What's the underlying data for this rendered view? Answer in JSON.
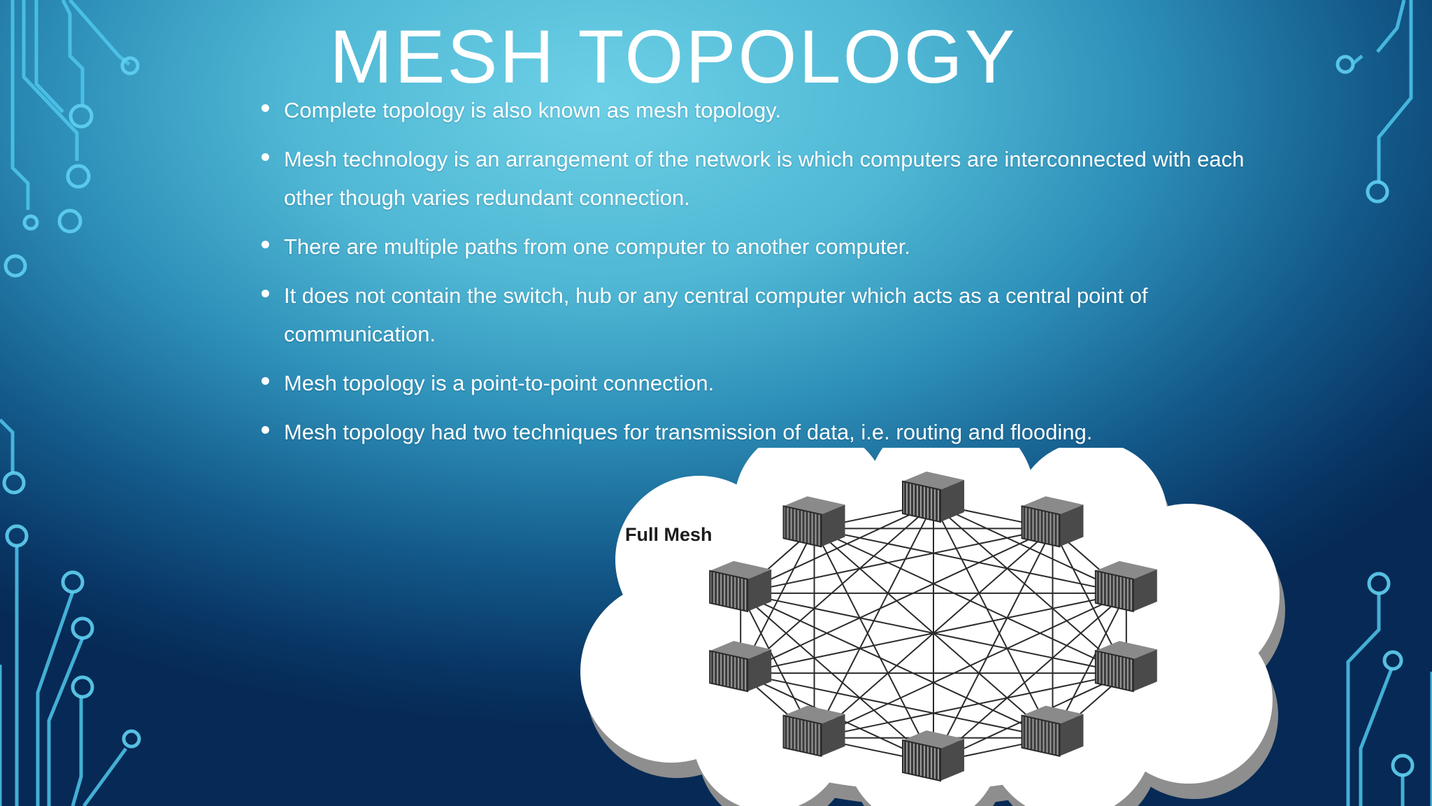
{
  "slide": {
    "title": "MESH TOPOLOGY",
    "bullets": [
      "Complete topology is also known as mesh topology.",
      "Mesh technology is an arrangement of the network is which computers are interconnected with each other though varies redundant connection.",
      "There are multiple paths from one computer to another computer.",
      "It does not contain the switch, hub or any central computer which acts as a central point of communication.",
      "Mesh topology is a point-to-point connection.",
      "Mesh topology had two techniques for transmission of data, i.e. routing and flooding."
    ]
  },
  "diagram": {
    "label": "Full Mesh",
    "node_count": 10,
    "node_icon": "server-icon"
  },
  "theme": {
    "text_color": "#ffffff",
    "circuit_color": "#4fc7ec",
    "cloud_color": "#ffffff",
    "cloud_shadow": "#8e8e8e",
    "node_color": "#5a5a5a"
  }
}
